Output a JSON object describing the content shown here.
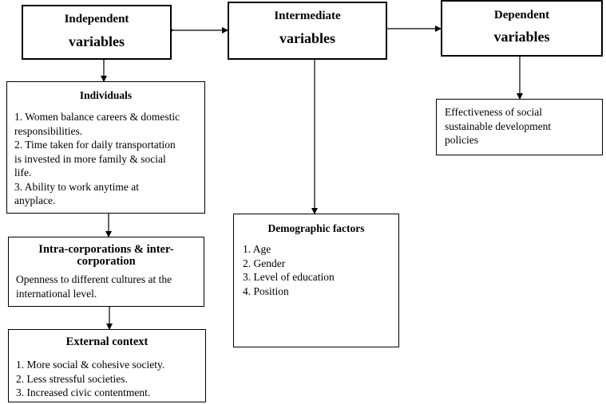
{
  "headers": {
    "independent": [
      "Independent",
      "variables"
    ],
    "intermediate": [
      "Intermediate",
      "variables"
    ],
    "dependent": [
      "Dependent",
      "variables"
    ]
  },
  "individuals": {
    "title": "Individuals",
    "lines": [
      "1. Women balance careers & domestic",
      "responsibilities.",
      "2. Time taken for daily transportation",
      "is invested in more family & social",
      "life.",
      "3. Ability to work anytime at",
      "anyplace."
    ]
  },
  "intra": {
    "title": [
      "Intra-corporations & inter-",
      "corporation"
    ],
    "lines": [
      "Openness to different cultures at the",
      "international level."
    ]
  },
  "external": {
    "title": "External context",
    "lines": [
      "1. More social & cohesive society.",
      "2. Less stressful societies.",
      "3. Increased civic contentment."
    ]
  },
  "demographic": {
    "title": "Demographic factors",
    "lines": [
      "1. Age",
      "2. Gender",
      "3. Level of education",
      "4. Position"
    ]
  },
  "effectiveness": {
    "lines": [
      "Effectiveness of social",
      "sustainable development",
      "policies"
    ]
  }
}
